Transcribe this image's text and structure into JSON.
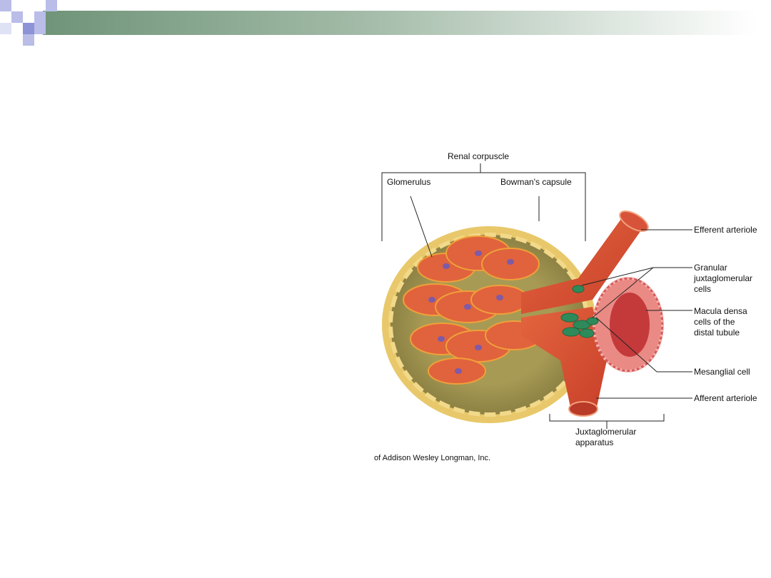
{
  "slide": {
    "colors": {
      "band_start": "#6f9478",
      "band_end": "#ffffff",
      "squares": "#b9bde8",
      "square_dark": "#8c93d6"
    }
  },
  "figure": {
    "title": "Renal corpuscle",
    "labels": {
      "glomerulus": "Glomerulus",
      "bowmans_capsule": "Bowman's capsule",
      "efferent_arteriole": "Efferent arteriole",
      "granular_cells": "Granular\njuxtaglomerular\ncells",
      "macula_densa": "Macula densa\ncells of the\ndistal tubule",
      "mesangial_cell": "Mesanglial cell",
      "afferent_arteriole": "Afferent arteriole",
      "juxtaglomerular_apparatus": "Juxtaglomerular\napparatus"
    },
    "credit": "of Addison Wesley Longman, Inc."
  }
}
